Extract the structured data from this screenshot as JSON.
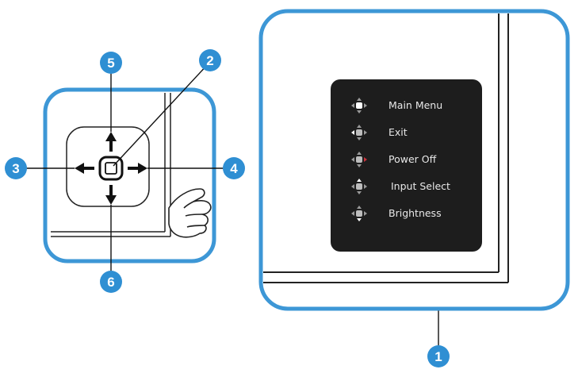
{
  "callouts": {
    "c1": "1",
    "c2": "2",
    "c3": "3",
    "c4": "4",
    "c5": "5",
    "c6": "6"
  },
  "osd_menu": {
    "items": [
      {
        "label": "Main Menu",
        "icon": "joystick-move-icon",
        "accent": "#d9d9d9"
      },
      {
        "label": "Exit",
        "icon": "joystick-left-icon",
        "accent": "#d9d9d9"
      },
      {
        "label": "Power Off",
        "icon": "joystick-right-icon",
        "accent": "#c8323c"
      },
      {
        "label": "Input Select",
        "icon": "joystick-up-icon",
        "accent": "#d9d9d9"
      },
      {
        "label": "Brightness",
        "icon": "joystick-down-icon",
        "accent": "#d9d9d9"
      }
    ]
  },
  "colors": {
    "callout_blue": "#2f8fd3",
    "frame_blue": "#3d97d6",
    "osd_bg": "#1d1d1d"
  }
}
